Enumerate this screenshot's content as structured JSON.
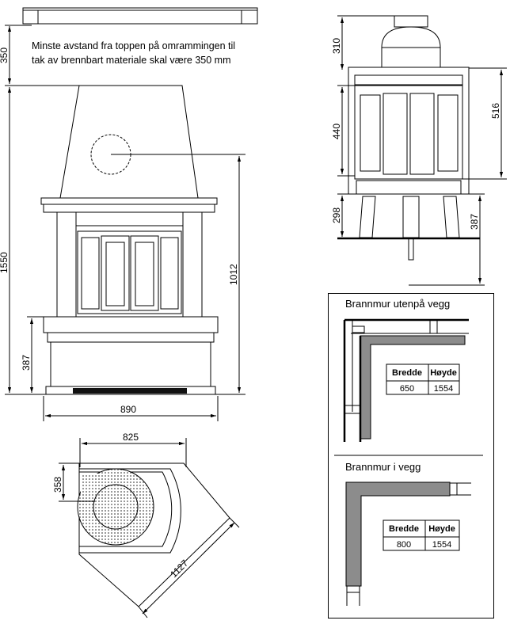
{
  "note": {
    "line1": "Minste avstand fra toppen på omrammingen til",
    "line2": "tak av brennbart materiale skal være 350 mm"
  },
  "front_dims": {
    "ceiling": "350",
    "total_height": "1550",
    "center_height": "1012",
    "base_height": "387",
    "width": "890"
  },
  "side_dims": {
    "top": "310",
    "body": "440",
    "frame": "516",
    "leg": "298",
    "floor": "387"
  },
  "plan_dims": {
    "width": "825",
    "depth": "358",
    "diagonal": "1127"
  },
  "panels": [
    {
      "title": "Brannmur utenpå vegg",
      "headers": [
        "Bredde",
        "Høyde"
      ],
      "values": [
        "650",
        "1554"
      ]
    },
    {
      "title": "Brannmur i vegg",
      "headers": [
        "Bredde",
        "Høyde"
      ],
      "values": [
        "800",
        "1554"
      ]
    }
  ]
}
